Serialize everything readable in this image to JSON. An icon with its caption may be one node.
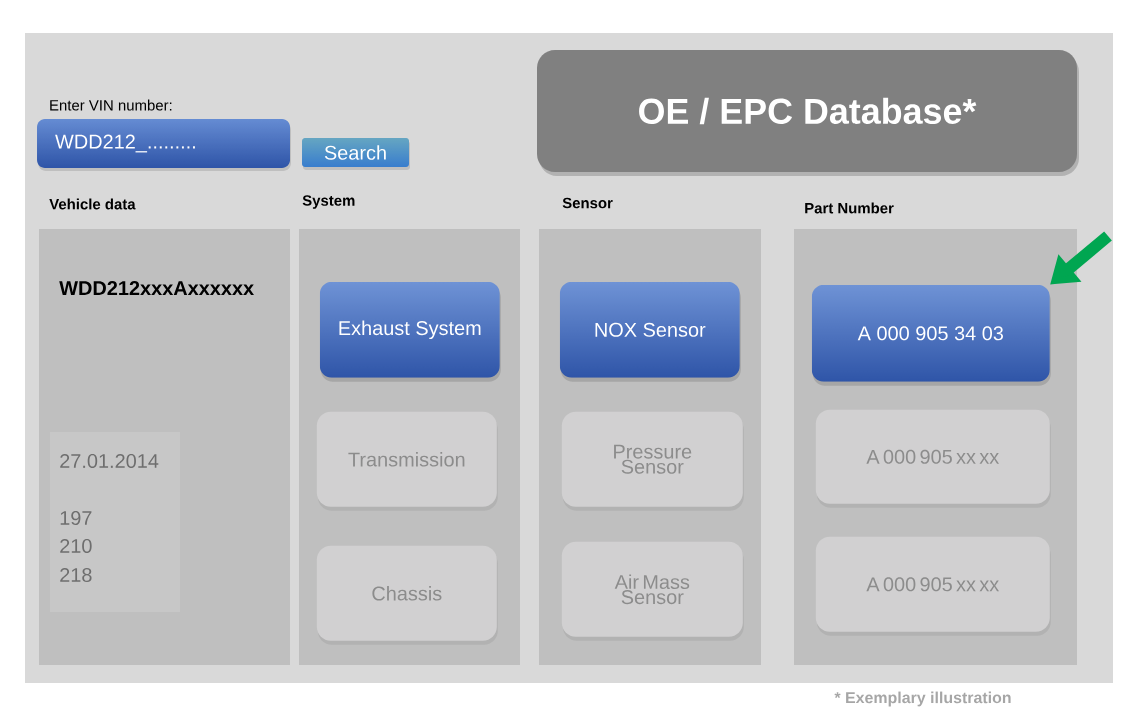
{
  "diagram": {
    "caption": "* Exemplary illustration",
    "nodes": [
      {
        "text": [
          "OE / EPC Database*"
        ]
      },
      {
        "text": [
          "WDD212_........."
        ],
        "beside": [
          "Enter VIN number:"
        ]
      },
      {
        "text": [
          "Search"
        ]
      },
      {
        "text": [
          "Vehicle data",
          "WDD212xxxAxxxxxx",
          "27.01.2014",
          "197",
          "210",
          "218"
        ]
      },
      {
        "text": [
          "System"
        ]
      },
      {
        "text": [
          "Exhaust System"
        ],
        "in": 4
      },
      {
        "text": [
          "Transmission"
        ],
        "in": 4
      },
      {
        "text": [
          "Chassis"
        ],
        "in": 4
      },
      {
        "text": [
          "Sensor"
        ]
      },
      {
        "text": [
          "NOX Sensor"
        ],
        "in": 8
      },
      {
        "text": [
          "Pressure Sensor"
        ],
        "in": 8
      },
      {
        "text": [
          "Air Mass Sensor"
        ],
        "in": 8
      },
      {
        "text": [
          "Part Number"
        ]
      },
      {
        "text": [
          "A 000 905 34 03"
        ],
        "in": 12
      },
      {
        "text": [
          "A 000 905 xx xx"
        ],
        "in": 12
      },
      {
        "text": [
          "A 000 905 xx xx"
        ],
        "in": 12
      }
    ],
    "edges": [
      {
        "from": null,
        "to": 13,
        "arrow": "to",
        "color": "#00a651"
      }
    ]
  }
}
